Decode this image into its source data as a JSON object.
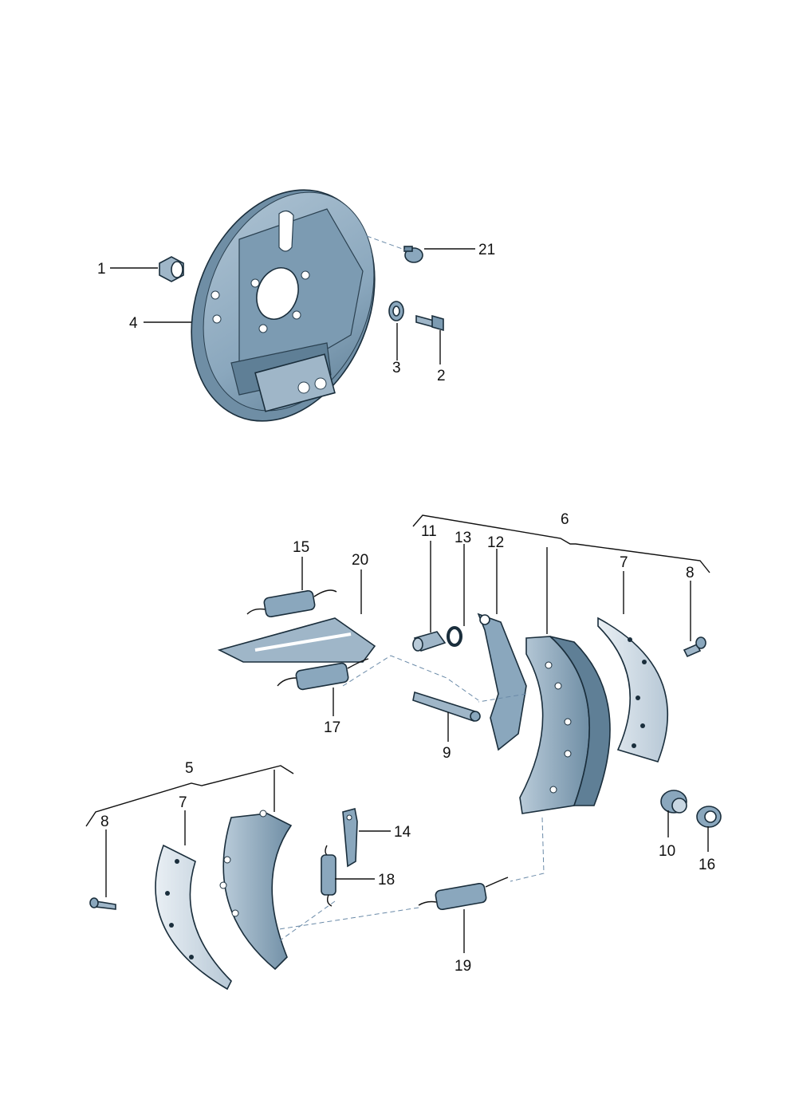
{
  "callouts": {
    "c1": "1",
    "c2": "2",
    "c3": "3",
    "c4": "4",
    "c5": "5",
    "c6": "6",
    "c7a": "7",
    "c7b": "7",
    "c8a": "8",
    "c8b": "8",
    "c9": "9",
    "c10": "10",
    "c11": "11",
    "c12": "12",
    "c13": "13",
    "c14": "14",
    "c15": "15",
    "c16": "16",
    "c17": "17",
    "c18": "18",
    "c19": "19",
    "c20": "20",
    "c21": "21"
  },
  "colors": {
    "part_fill": "#8aa7bd",
    "part_light": "#c9d7e2",
    "part_dark": "#4f6f86",
    "outline": "#1a2e3c",
    "lining": "#d8e2ea"
  }
}
